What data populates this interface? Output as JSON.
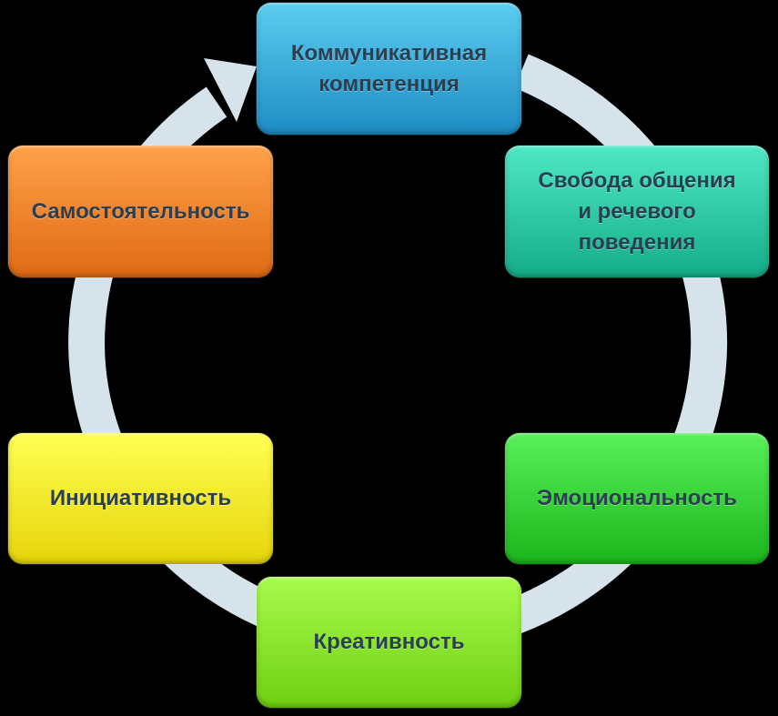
{
  "colors": {
    "background": "#000000",
    "ring": "#d6e3ea",
    "text": "#2b3f52"
  },
  "nodes": [
    {
      "id": "communicative",
      "label": "Коммуникативная\nкомпетенция",
      "color_top": "#5ccdf0",
      "color_bottom": "#1e8cc3"
    },
    {
      "id": "freedom",
      "label": "Свобода общения\nи речевого\nповедения",
      "color_top": "#4fe8c4",
      "color_bottom": "#14ad88"
    },
    {
      "id": "emotional",
      "label": "Эмоциональность",
      "color_top": "#5af05a",
      "color_bottom": "#1bb61b"
    },
    {
      "id": "creativity",
      "label": "Креативность",
      "color_top": "#a8fb4c",
      "color_bottom": "#6fcf12"
    },
    {
      "id": "initiative",
      "label": "Инициативность",
      "color_top": "#ffff52",
      "color_bottom": "#e6d40a"
    },
    {
      "id": "independence",
      "label": "Самостоятельность",
      "color_top": "#ffa24a",
      "color_bottom": "#e06a14"
    }
  ]
}
